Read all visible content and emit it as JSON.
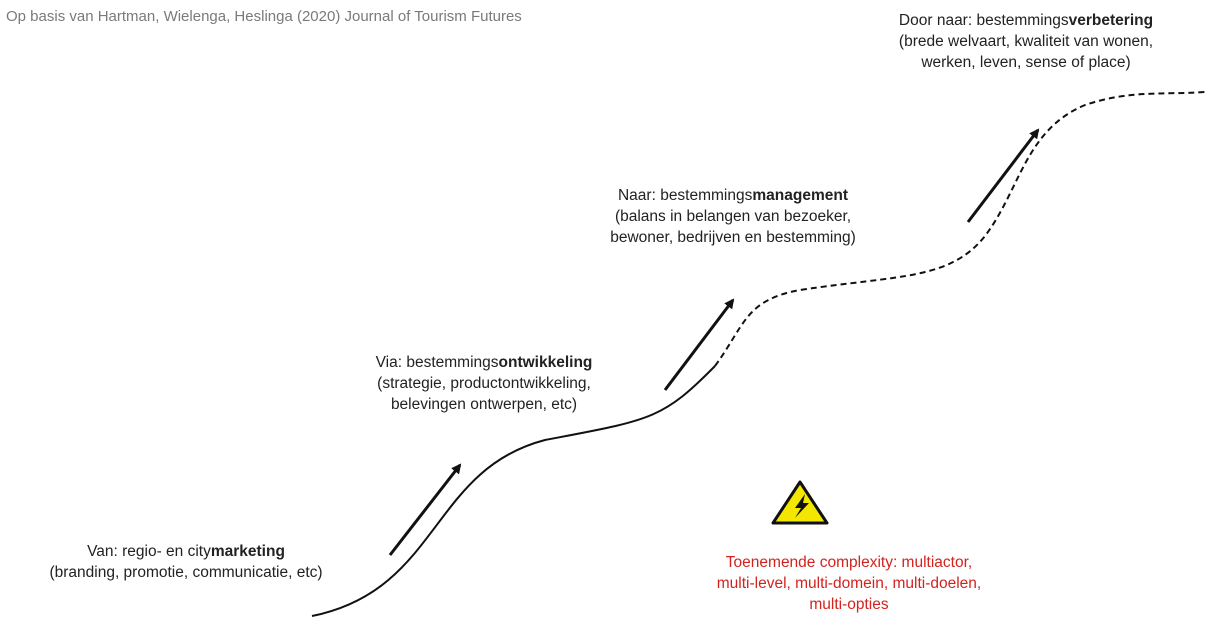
{
  "source_note": "Op basis van Hartman, Wielenga, Heslinga (2020) Journal of Tourism Futures",
  "stages": [
    {
      "prefix": "Van: regio- en city",
      "bold": "marketing",
      "detail": [
        "(branding, promotie, communicatie, etc)"
      ]
    },
    {
      "prefix": "Via: bestemmings",
      "bold": "ontwikkeling",
      "detail": [
        "(strategie, productontwikkeling,",
        "belevingen ontwerpen, etc)"
      ]
    },
    {
      "prefix": "Naar: bestemmings",
      "bold": "management",
      "detail": [
        "(balans in belangen van bezoeker,",
        "bewoner, bedrijven en bestemming)"
      ]
    },
    {
      "prefix": "Door naar: bestemmings",
      "bold": "verbetering",
      "detail": [
        "(brede welvaart, kwaliteit van wonen,",
        "werken, leven, sense of place)"
      ]
    }
  ],
  "warning": {
    "icon": "high-voltage-warning-icon",
    "lines": [
      "Toenemende complexity: multiactor,",
      "multi-level, multi-domein, multi-doelen,",
      "multi-opties"
    ],
    "color": "#d2231f",
    "icon_color": "#f3e600"
  }
}
